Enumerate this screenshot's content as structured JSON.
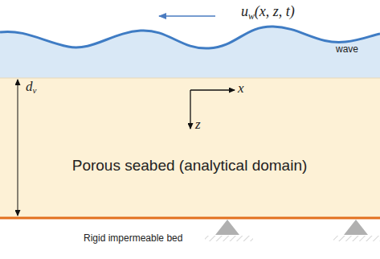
{
  "diagram": {
    "nodes": [
      {
        "text": [
          "wave"
        ]
      },
      {
        "text": [
          "Porous seabed (analytical domain)"
        ]
      }
    ],
    "labels": [
      "uw(x, z, t)",
      "x",
      "z",
      "dv",
      "Rigid impermeable bed"
    ]
  }
}
